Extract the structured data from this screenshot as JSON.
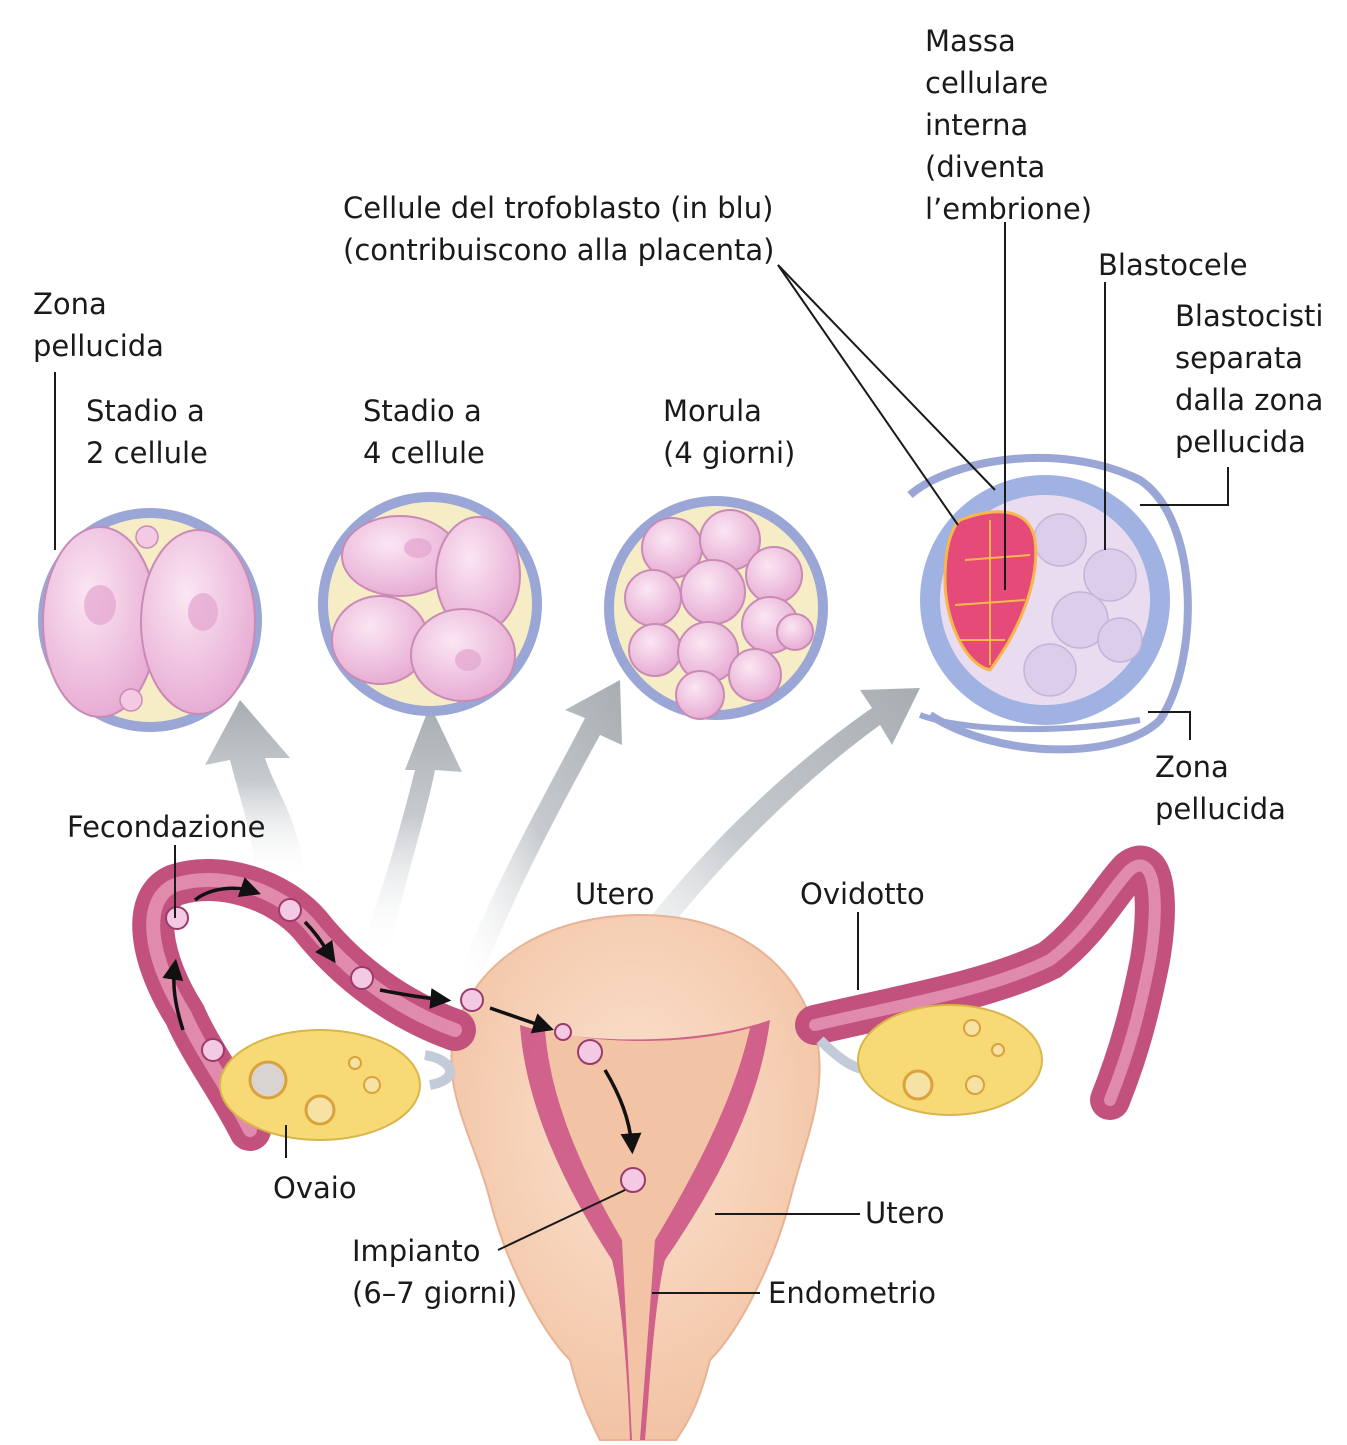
{
  "labels": {
    "zona_pellucida_left": [
      "Zona",
      "pellucida"
    ],
    "stage_2cells": [
      "Stadio a",
      "2 cellule"
    ],
    "stage_4cells": [
      "Stadio a",
      "4 cellule"
    ],
    "morula": [
      "Morula",
      "(4 giorni)"
    ],
    "trophoblast": [
      "Cellule del trofoblasto (in blu)",
      "(contribuiscono alla placenta)"
    ],
    "inner_cell_mass": [
      "Massa",
      "cellulare",
      "interna",
      "(diventa",
      "l’embrione)"
    ],
    "blastocoel": "Blastocele",
    "blastocyst_separated": [
      "Blastocisti",
      "separata",
      "dalla zona",
      "pellucida"
    ],
    "zona_pellucida_right": [
      "Zona",
      "pellucida"
    ],
    "fertilization": "Fecondazione",
    "uterus_top": "Utero",
    "oviduct": "Ovidotto",
    "ovary": "Ovaio",
    "uterus_right": "Utero",
    "implantation": [
      "Impianto",
      "(6–7 giorni)"
    ],
    "endometrium": "Endometrio"
  },
  "colors": {
    "zona_ring": "#9aa6d6",
    "zona_inner": "#f6ecc6",
    "cell_fill": "#f3c9e4",
    "cell_stroke": "#c98bb5",
    "trophoblast": "#9fb2e2",
    "inner_mass": "#e64a78",
    "blastocoel": "#e9dcf0",
    "uterus": "#f7d1b5",
    "endometrium": "#c94d82",
    "oviduct": "#c2527d",
    "ovary": "#f7da76",
    "arrow": "#b4b9bd"
  }
}
